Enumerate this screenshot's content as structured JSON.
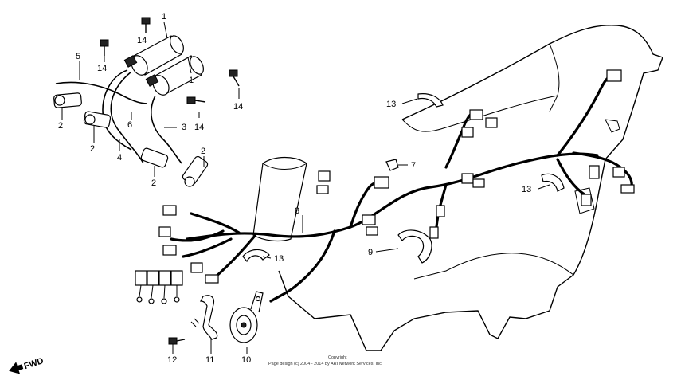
{
  "callouts": {
    "c1a": "1",
    "c1b": "1",
    "c2a": "2",
    "c2b": "2",
    "c2c": "2",
    "c2d": "2",
    "c3": "3",
    "c4": "4",
    "c5": "5",
    "c6": "6",
    "c7": "7",
    "c8": "8",
    "c9": "9",
    "c10": "10",
    "c11": "11",
    "c12": "12",
    "c13a": "13",
    "c13b": "13",
    "c13c": "13",
    "c14a": "14",
    "c14b": "14",
    "c14c": "14",
    "c14d": "14"
  },
  "direction_label": "FWD",
  "copyright": {
    "line1": "Copyright",
    "line2": "Page design (c) 2004 - 2014 by ARI Network Services, Inc."
  }
}
